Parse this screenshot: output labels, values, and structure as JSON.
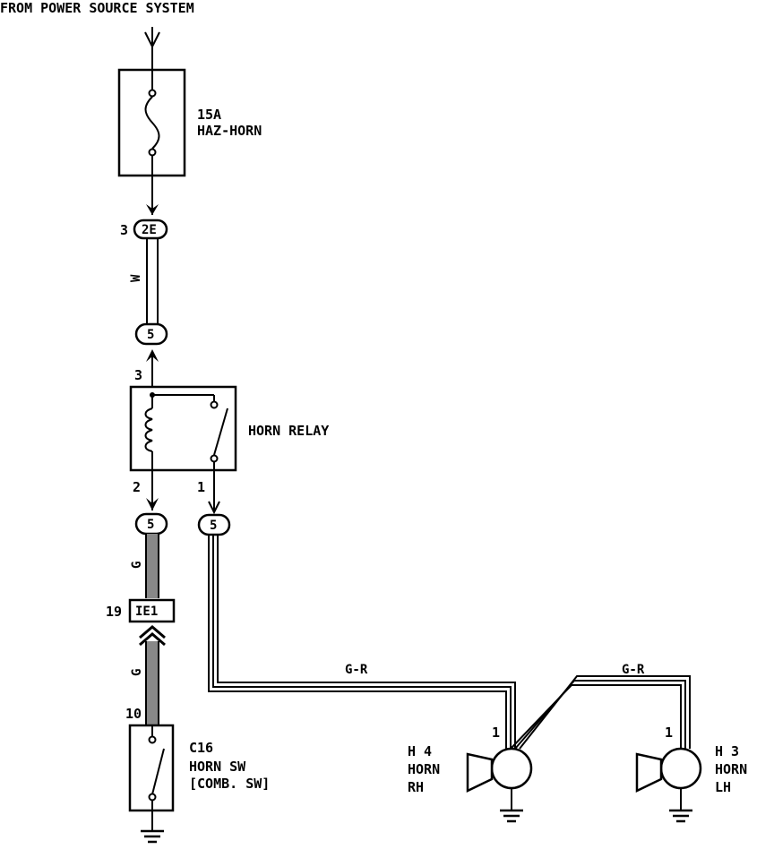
{
  "header": {
    "source_label": "FROM POWER SOURCE SYSTEM"
  },
  "fuse": {
    "rating": "15A",
    "name": "HAZ-HORN"
  },
  "connectors": {
    "c2e": {
      "pin": "3",
      "id": "2E"
    },
    "c5_top": {
      "id": "5"
    },
    "relay_pin3": "3",
    "relay_pin2": "2",
    "relay_pin1": "1",
    "c5_left": {
      "id": "5"
    },
    "c5_right": {
      "id": "5"
    },
    "ie1": {
      "pin": "19",
      "id": "IE1"
    },
    "sw_pin": "10"
  },
  "wires": {
    "w_top": "W",
    "g_upper": "G",
    "g_lower": "G",
    "gr_left": "G-R",
    "gr_right": "G-R"
  },
  "relay": {
    "name": "HORN RELAY"
  },
  "horn_switch": {
    "code": "C16",
    "name": "HORN SW",
    "sub": "[COMB. SW]"
  },
  "horn_rh": {
    "code": "H 4",
    "name": "HORN",
    "side": "RH",
    "pin": "1"
  },
  "horn_lh": {
    "code": "H 3",
    "name": "HORN",
    "side": "LH",
    "pin": "1"
  }
}
